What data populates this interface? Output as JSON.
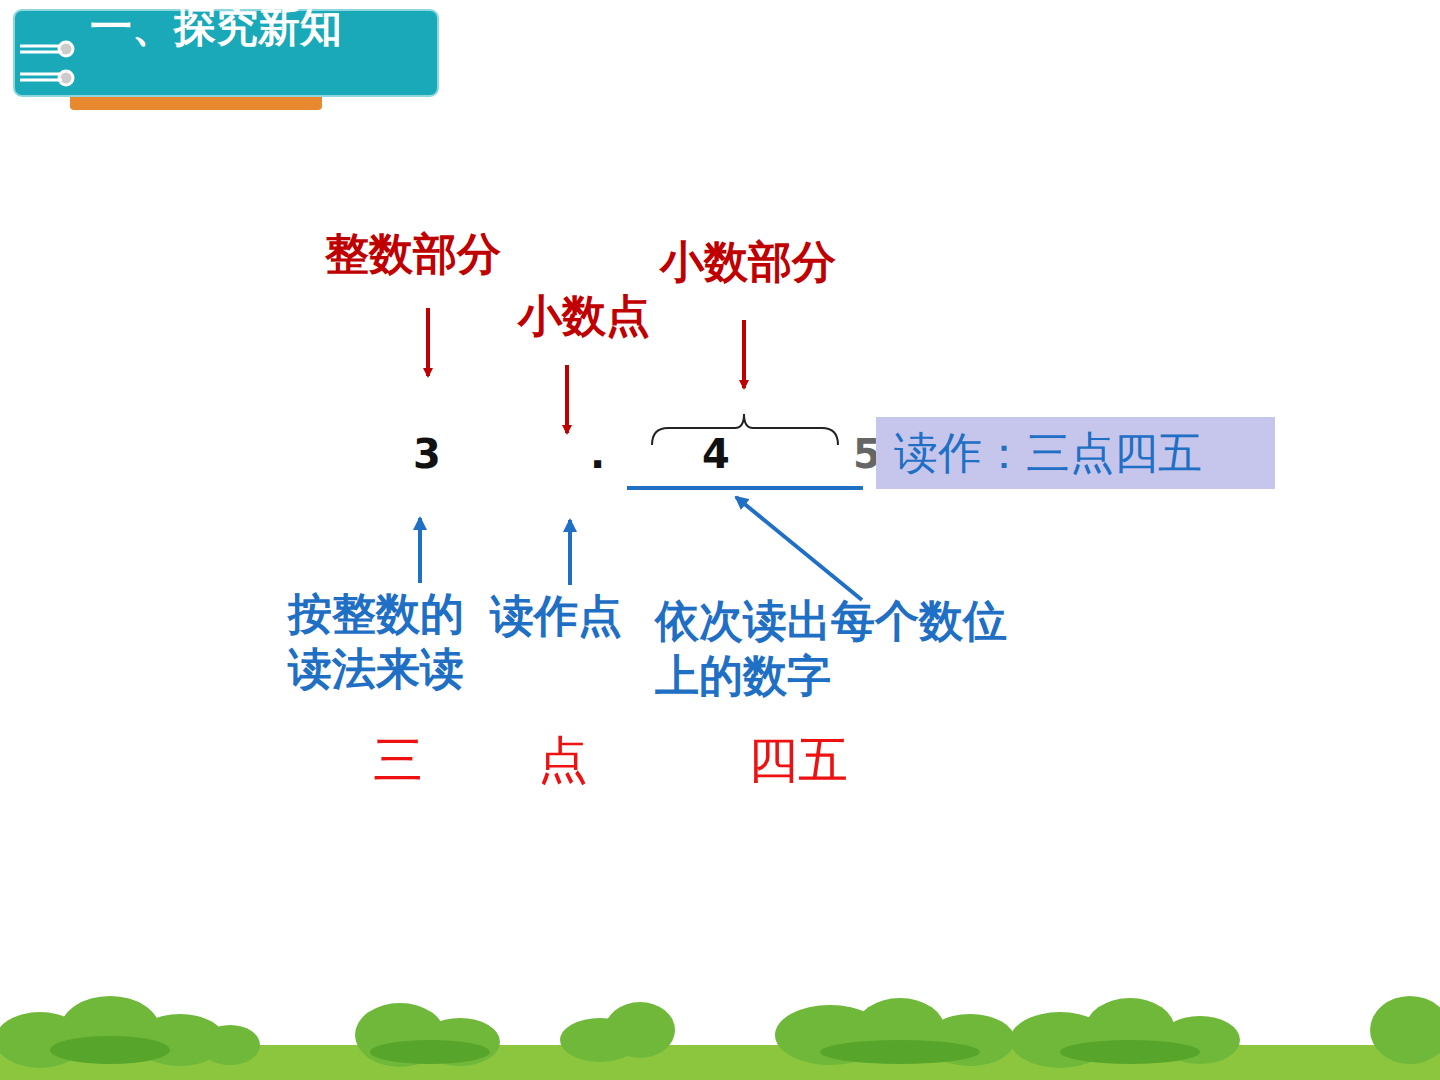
{
  "diagram": {
    "title": "一、探究新知",
    "nodes": [
      {
        "text": [
          "读作：三点四五"
        ]
      }
    ],
    "labels": [
      "整数部分",
      "小数点",
      "小数部分",
      "3",
      ".",
      "4",
      "5",
      "按整数的读法来读",
      "读作点",
      "依次读出每个数位上的数字",
      "三",
      "点",
      "四五"
    ]
  }
}
